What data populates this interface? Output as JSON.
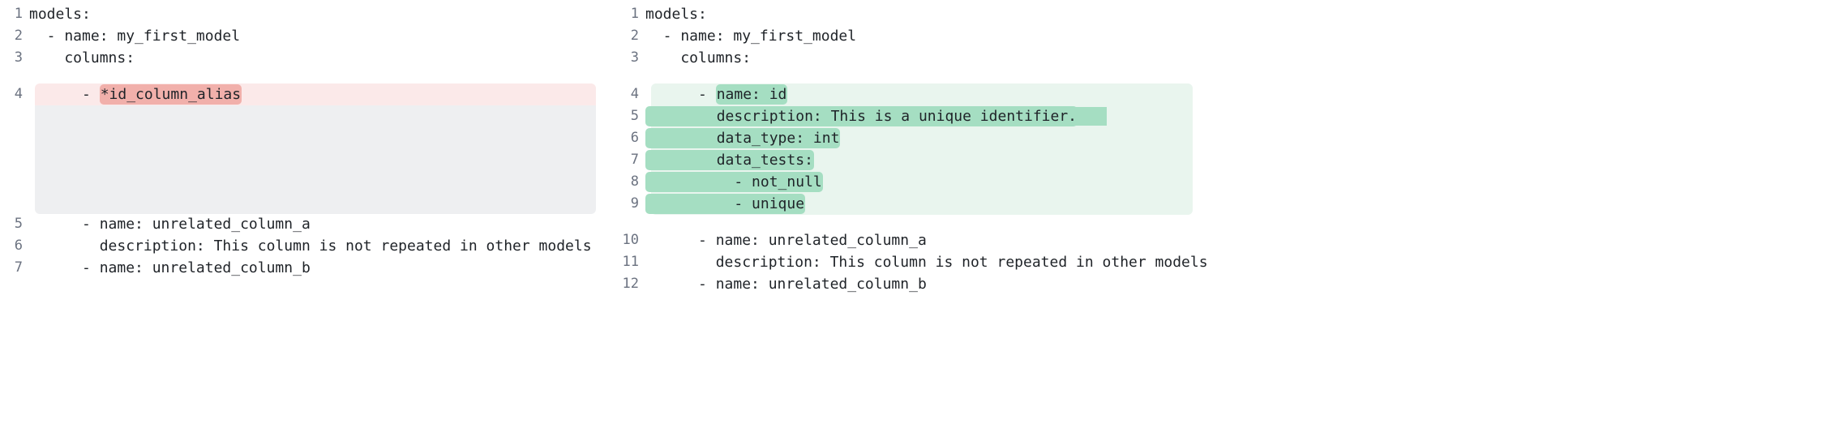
{
  "diff": {
    "left": {
      "name": "before-yaml-pane",
      "lines": [
        {
          "num": "1",
          "text": "models:",
          "state": "normal"
        },
        {
          "num": "2",
          "text": "  - name: my_first_model",
          "state": "normal"
        },
        {
          "num": "3",
          "text": "    columns:",
          "state": "normal"
        },
        {
          "num": "4",
          "prefix": "      - ",
          "highlight": "*id_column_alias",
          "text": "      - *id_column_alias",
          "state": "removed"
        },
        {
          "num": "5",
          "text": "      - name: unrelated_column_a",
          "state": "normal"
        },
        {
          "num": "6",
          "text": "        description: This column is not repeated in other models",
          "state": "normal"
        },
        {
          "num": "7",
          "text": "      - name: unrelated_column_b",
          "state": "normal"
        }
      ],
      "placeholder": {
        "name": "collapsed-anchor-region"
      }
    },
    "right": {
      "name": "after-yaml-pane",
      "lines": [
        {
          "num": "1",
          "text": "models:",
          "state": "normal"
        },
        {
          "num": "2",
          "text": "  - name: my_first_model",
          "state": "normal"
        },
        {
          "num": "3",
          "text": "    columns:",
          "state": "normal"
        },
        {
          "num": "4",
          "prefix": "      - ",
          "highlight": "name: id",
          "text": "      - name: id",
          "state": "added-inline"
        },
        {
          "num": "5",
          "text": "        description: This is a unique identifier.",
          "state": "added-full"
        },
        {
          "num": "6",
          "text": "        data_type: int",
          "state": "added-full"
        },
        {
          "num": "7",
          "text": "        data_tests:",
          "state": "added-full"
        },
        {
          "num": "8",
          "text": "          - not_null",
          "state": "added-full"
        },
        {
          "num": "9",
          "text": "          - unique",
          "state": "added-full"
        },
        {
          "num": "10",
          "text": "      - name: unrelated_column_a",
          "state": "normal"
        },
        {
          "num": "11",
          "text": "        description: This column is not repeated in other models",
          "state": "normal"
        },
        {
          "num": "12",
          "text": "      - name: unrelated_column_b",
          "state": "normal"
        }
      ]
    }
  },
  "colors": {
    "removed_row_bg": "#fbe9e9",
    "removed_inline_bg": "#f1b0ab",
    "added_row_bg": "#e9f5ee",
    "added_inline_bg": "#a5dec2",
    "placeholder_bg": "#eeeff1",
    "gutter_fg": "#6b7280",
    "code_fg": "#1f2328"
  }
}
